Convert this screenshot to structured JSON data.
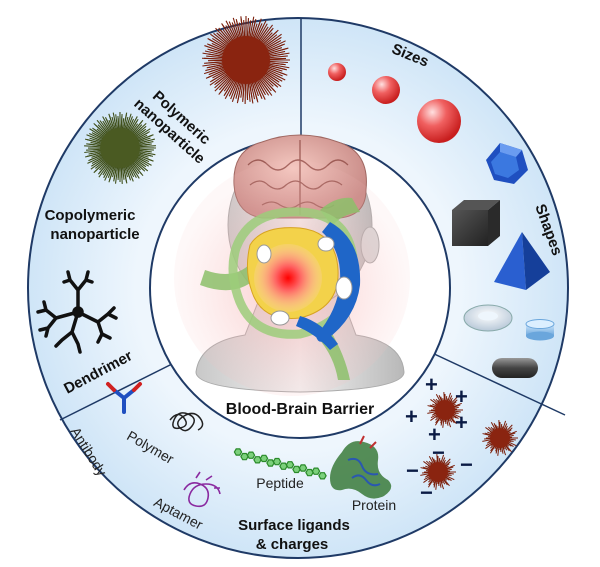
{
  "center": {
    "title": "Blood-Brain Barrier"
  },
  "sections": {
    "polymeric": {
      "line1": "Polymeric",
      "line2": "nanoparticle"
    },
    "copolymeric": {
      "line1": "Copolymeric",
      "line2": "nanoparticle"
    },
    "dendrimer": {
      "label": "Dendrimer"
    },
    "sizes": {
      "label": "Sizes"
    },
    "shapes": {
      "label": "Shapes"
    },
    "ligands": {
      "line1": "Surface ligands",
      "line2": "& charges",
      "antibody": "Antibody",
      "polymer": "Polymer",
      "aptamer": "Aptamer",
      "peptide": "Peptide",
      "protein": "Protein"
    }
  },
  "charges": {
    "plus": "+",
    "minus": "−"
  },
  "colors": {
    "ring_fill": "#d7ebfa",
    "ring_stroke": "#1f3a66",
    "nanoparticle_red": "#9a2a10",
    "nanoparticle_green": "#4a5a22",
    "sphere_red": "#e84040",
    "shape_blue": "#1f55c8"
  }
}
